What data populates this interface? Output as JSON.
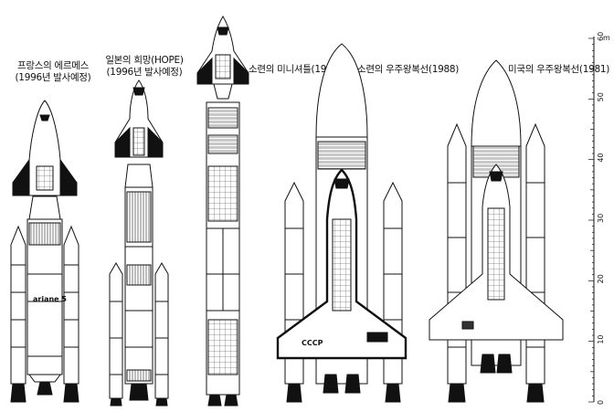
{
  "vehicles": [
    {
      "name": "프랑스의 에르메스",
      "note": "(1996년 발사예정)",
      "marking": "ariane 5"
    },
    {
      "name": "일본의 희망(HOPE)",
      "note": "(1996년 발사예정)"
    },
    {
      "name": "소련의 미니셔틀(1983)"
    },
    {
      "name": "소련의 우주왕복선(1988)",
      "marking": "CCCP"
    },
    {
      "name": "미국의 우주왕복선(1981)"
    }
  ],
  "scale": {
    "unit": "m",
    "ticks": [
      "0",
      "10",
      "20",
      "30",
      "40",
      "50",
      "60"
    ]
  }
}
